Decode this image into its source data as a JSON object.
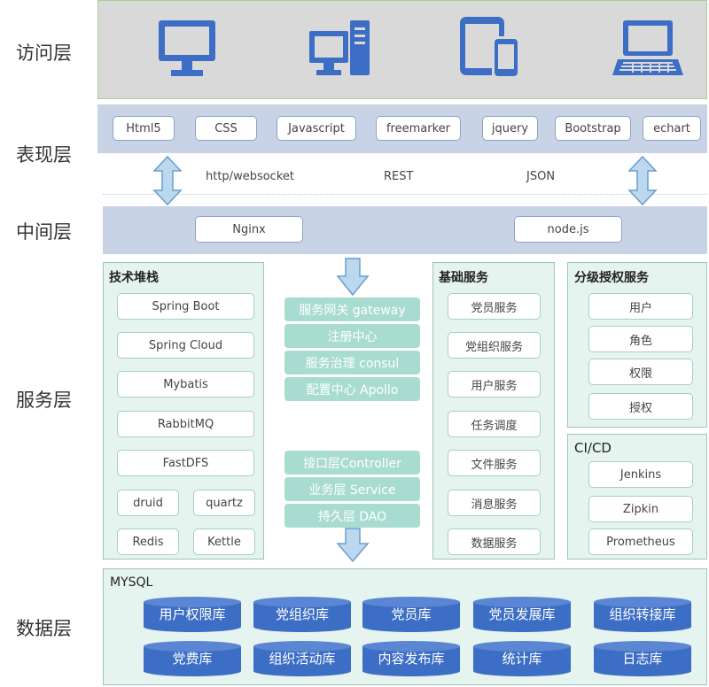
{
  "layers": {
    "access": "访问层",
    "presentation": "表现层",
    "middleware": "中间层",
    "service": "服务层",
    "data": "数据层"
  },
  "presentation": {
    "tech": [
      "Html5",
      "CSS",
      "Javascript",
      "freemarker",
      "jquery",
      "Bootstrap",
      "echart"
    ],
    "protocols": [
      "http/websocket",
      "REST",
      "JSON"
    ]
  },
  "middleware": {
    "items": [
      "Nginx",
      "node.js"
    ]
  },
  "service": {
    "tech_stack": {
      "title": "技术堆栈",
      "items": [
        "Spring Boot",
        "Spring Cloud",
        "Mybatis",
        "RabbitMQ",
        "FastDFS"
      ],
      "pairs": [
        [
          "druid",
          "quartz"
        ],
        [
          "Redis",
          "Kettle"
        ]
      ]
    },
    "center_top": [
      "服务网关 gateway",
      "注册中心",
      "服务治理 consul",
      "配置中心 Apollo"
    ],
    "center_bottom": [
      "接口层Controller",
      "业务层 Service",
      "持久层 DAO"
    ],
    "basic": {
      "title": "基础服务",
      "items": [
        "党员服务",
        "党组织服务",
        "用户服务",
        "任务调度",
        "文件服务",
        "消息服务",
        "数据服务"
      ]
    },
    "auth": {
      "title": "分级授权服务",
      "items": [
        "用户",
        "角色",
        "权限",
        "授权"
      ]
    },
    "cicd": {
      "title": "CI/CD",
      "items": [
        "Jenkins",
        "Zipkin",
        "Prometheus"
      ]
    }
  },
  "data": {
    "title": "MYSQL",
    "row1": [
      "用户权限库",
      "党组织库",
      "党员库",
      "党员发展库",
      "组织转接库"
    ],
    "row2": [
      "党费库",
      "组织活动库",
      "内容发布库",
      "统计库",
      "日志库"
    ]
  },
  "icons": [
    "monitor-icon",
    "desktop-computer-icon",
    "tablet-phone-icon",
    "laptop-icon"
  ],
  "colors": {
    "access_bg": "#d9d9d9",
    "band_blue": "#c9d3e6",
    "service_green": "#e6f4ef",
    "center_green": "#a9dcd0",
    "icon_blue": "#3d6ec5",
    "db_blue": "#3d6ec5"
  }
}
